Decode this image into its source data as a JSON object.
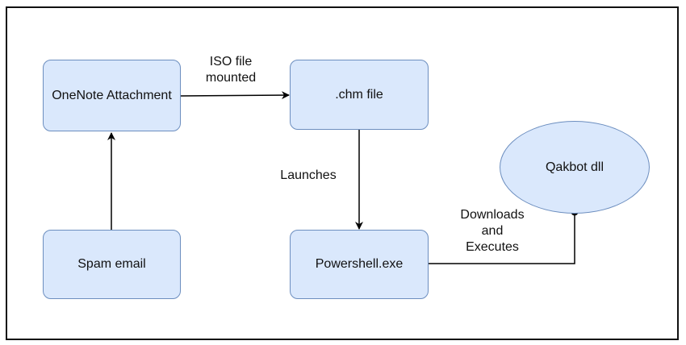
{
  "diagram": {
    "nodes": {
      "onenote": "OneNote Attachment",
      "chm": ".chm file",
      "spam": "Spam email",
      "powershell": "Powershell.exe",
      "qakbot": "Qakbot dll"
    },
    "edges": {
      "iso_label": "ISO file\nmounted",
      "launches_label": "Launches",
      "downloads_label": "Downloads\nand\nExecutes"
    },
    "colors": {
      "node_fill": "#dae8fc",
      "node_stroke": "#6c8ebf",
      "edge": "#000000"
    }
  }
}
